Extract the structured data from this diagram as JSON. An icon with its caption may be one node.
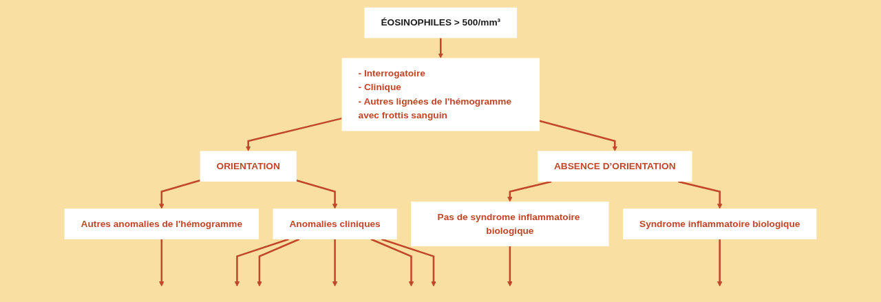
{
  "diagram": {
    "nodes": [
      {
        "text": [
          "ÉOSINOPHILES > 500/mm³"
        ]
      },
      {
        "text": [
          "- Interrogatoire",
          "- Clinique",
          "- Autres lignées de l'hémogramme avec frottis sanguin"
        ]
      },
      {
        "text": [
          "ORIENTATION"
        ]
      },
      {
        "text": [
          "ABSENCE D’ORIENTATION"
        ]
      },
      {
        "text": [
          "Autres anomalies de l'hémogramme"
        ]
      },
      {
        "text": [
          "Anomalies cliniques"
        ]
      },
      {
        "text": [
          "Pas de syndrome inflammatoire biologique"
        ]
      },
      {
        "text": [
          "Syndrome inflammatoire biologique"
        ]
      }
    ],
    "edges": [
      {
        "from": 0,
        "to": 1,
        "arrow": "to"
      },
      {
        "from": 1,
        "to": 2,
        "arrow": "to"
      },
      {
        "from": 1,
        "to": 3,
        "arrow": "to"
      },
      {
        "from": 2,
        "to": 4,
        "arrow": "to"
      },
      {
        "from": 2,
        "to": 5,
        "arrow": "to"
      },
      {
        "from": 3,
        "to": 6,
        "arrow": "to"
      },
      {
        "from": 3,
        "to": 7,
        "arrow": "to"
      },
      {
        "from": 4,
        "to": null,
        "arrow": "to"
      },
      {
        "from": 5,
        "to": null,
        "arrow": "to"
      },
      {
        "from": 5,
        "to": null,
        "arrow": "to"
      },
      {
        "from": 5,
        "to": null,
        "arrow": "to"
      },
      {
        "from": 5,
        "to": null,
        "arrow": "to"
      },
      {
        "from": 5,
        "to": null,
        "arrow": "to"
      },
      {
        "from": 6,
        "to": null,
        "arrow": "to"
      },
      {
        "from": 7,
        "to": null,
        "arrow": "to"
      }
    ]
  }
}
